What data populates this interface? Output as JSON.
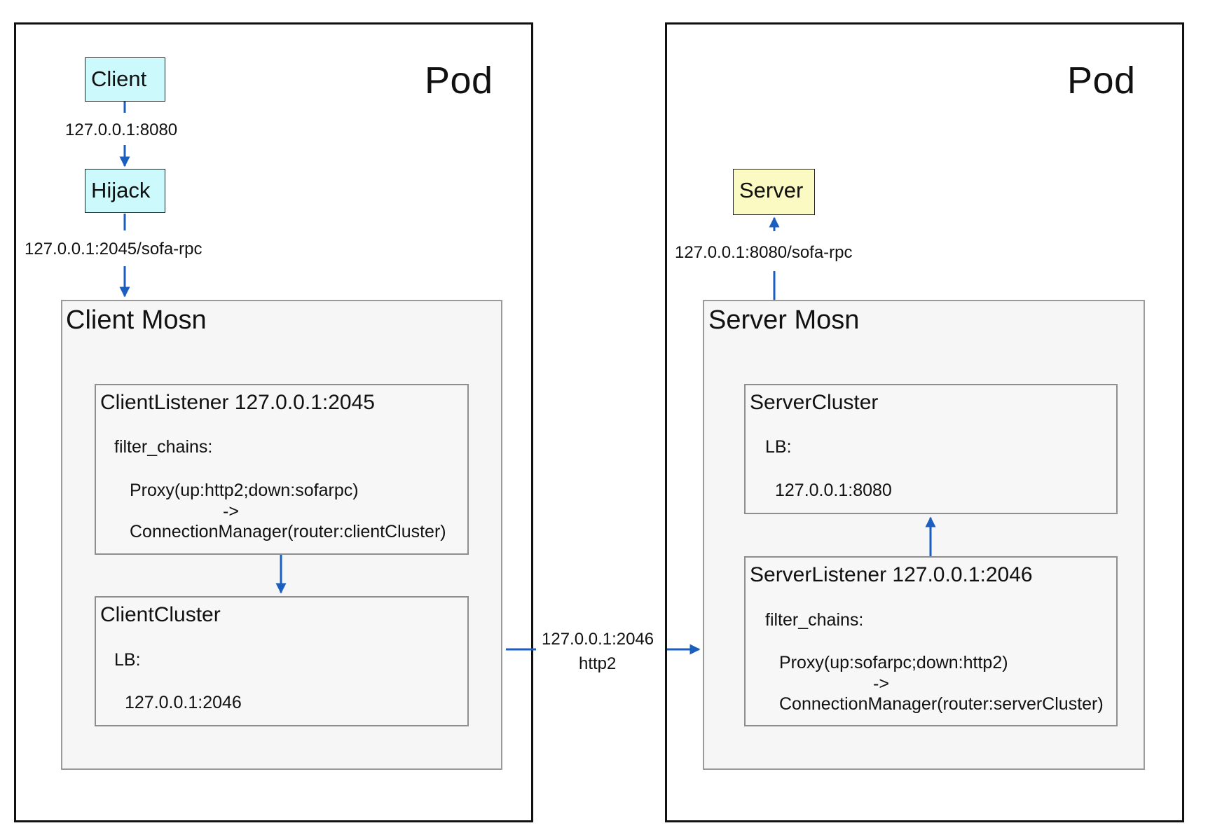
{
  "left_pod": {
    "title": "Pod",
    "client": "Client",
    "edge_client_hijack": "127.0.0.1:8080",
    "hijack": "Hijack",
    "edge_hijack_mosn": "127.0.0.1:2045/sofa-rpc",
    "mosn": {
      "title": "Client Mosn",
      "listener": {
        "title": "ClientListener 127.0.0.1:2045",
        "filter_label": "filter_chains:",
        "line1": "Proxy(up:http2;down:sofarpc)",
        "line2": "->",
        "line3": "ConnectionManager(router:clientCluster)"
      },
      "cluster": {
        "title": "ClientCluster",
        "lb_label": "LB:",
        "address": "127.0.0.1:2046"
      }
    }
  },
  "cross_edge": {
    "address": "127.0.0.1:2046",
    "protocol": "http2"
  },
  "right_pod": {
    "title": "Pod",
    "server": "Server",
    "edge_mosn_server": "127.0.0.1:8080/sofa-rpc",
    "mosn": {
      "title": "Server Mosn",
      "cluster": {
        "title": "ServerCluster",
        "lb_label": "LB:",
        "address": "127.0.0.1:8080"
      },
      "listener": {
        "title": "ServerListener 127.0.0.1:2046",
        "filter_label": "filter_chains:",
        "line1": "Proxy(up:sofarpc;down:http2)",
        "line2": "->",
        "line3": "ConnectionManager(router:serverCluster)"
      }
    }
  },
  "colors": {
    "arrow": "#1a5fbf",
    "client_fill": "#ccf9fb",
    "server_fill": "#fbfac2"
  }
}
